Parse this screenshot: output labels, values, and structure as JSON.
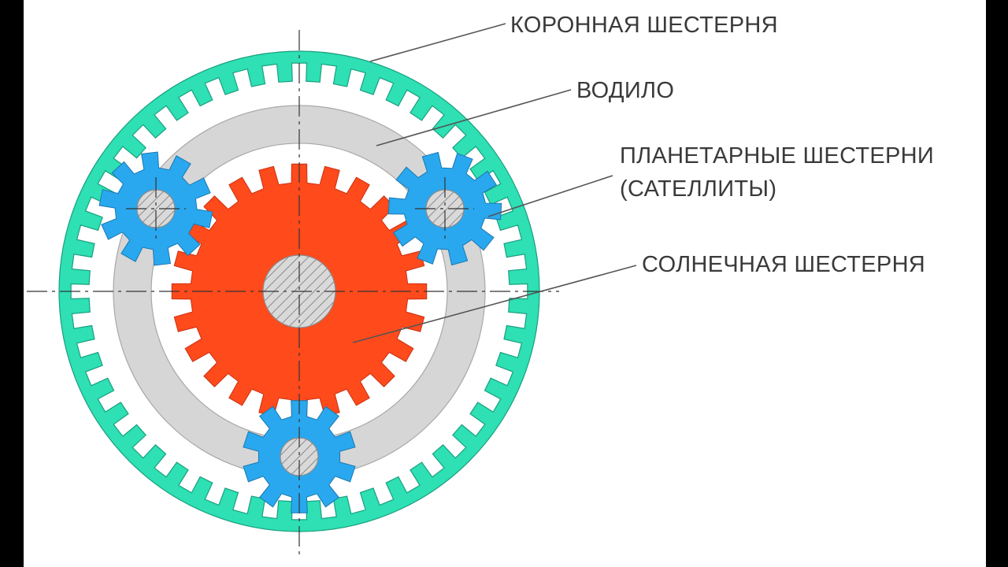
{
  "labels": {
    "ring_gear": "КОРОННАЯ ШЕСТЕРНЯ",
    "carrier": "ВОДИЛО",
    "planet_gears_line1": "ПЛАНЕТАРНЫЕ ШЕСТЕРНИ",
    "planet_gears_line2": "(САТЕЛЛИТЫ)",
    "sun_gear": "СОЛНЕЧНАЯ ШЕСТЕРНЯ"
  },
  "colors": {
    "ring_gear": "#2ee0b4",
    "carrier": "#d6d6d6",
    "planet_gears": "#29a8ef",
    "sun_gear": "#ff4a1c",
    "shaft": "#d9d9d9",
    "leader_line": "#555555"
  },
  "gears": {
    "ring_teeth": 48,
    "sun_teeth": 24,
    "planet_teeth": 10,
    "planet_count": 3
  }
}
